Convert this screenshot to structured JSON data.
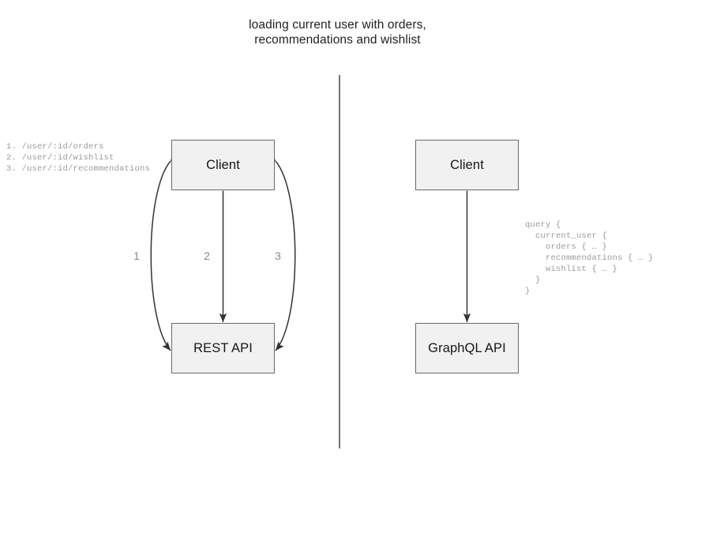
{
  "diagram": {
    "title": "loading current user with orders,\nrecommendations and wishlist",
    "divider": {
      "name": "vertical-divider"
    },
    "left_panel": {
      "name": "rest-api-comparison-panel",
      "nodes": {
        "client": "Client",
        "api": "REST API"
      },
      "edges": [
        {
          "label": "1",
          "shape": "curved-arc-left",
          "direction": "bidirectional"
        },
        {
          "label": "2",
          "shape": "straight-line",
          "direction": "bidirectional"
        },
        {
          "label": "3",
          "shape": "curved-arc-right",
          "direction": "bidirectional"
        }
      ],
      "endpoints_code": "1. /user/:id/orders\n2. /user/:id/wishlist\n3. /user/:id/recommendations"
    },
    "right_panel": {
      "name": "graphql-api-comparison-panel",
      "nodes": {
        "client": "Client",
        "api": "GraphQL API"
      },
      "edges": [
        {
          "label": "",
          "shape": "straight-line",
          "direction": "bidirectional"
        }
      ],
      "query_code": "query {\n  current_user {\n    orders { … }\n    recommendations { … }\n    wishlist { … }\n  }\n}"
    },
    "colors": {
      "background": "#ffffff",
      "node_fill": "#f1f1f1",
      "node_border": "#6a6a6a",
      "node_text": "#161616",
      "code_text": "#9a9a9a",
      "edge_label_text": "#8a8a8a",
      "connector_stroke": "#333333",
      "divider": "#747474",
      "title_text": "#1f1f1f"
    }
  }
}
